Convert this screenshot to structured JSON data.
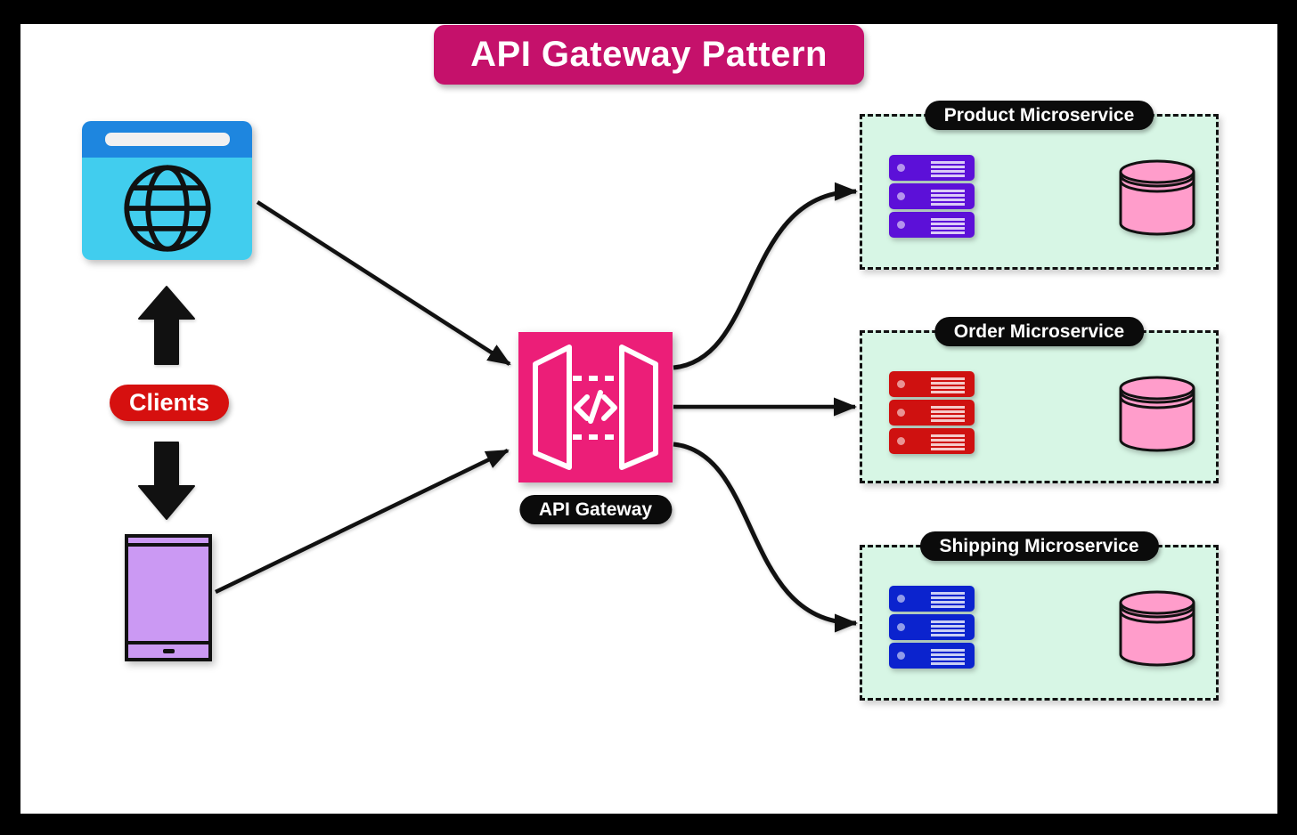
{
  "title": "API Gateway Pattern",
  "clients": {
    "label": "Clients"
  },
  "gateway": {
    "label": "API Gateway",
    "icon": "api-gateway-open-gates-code-brackets"
  },
  "microservices": [
    {
      "name": "Product Microservice",
      "server_color": "#5c10d8"
    },
    {
      "name": "Order Microservice",
      "server_color": "#cf1110"
    },
    {
      "name": "Shipping Microservice",
      "server_color": "#0b23ce"
    }
  ],
  "colors": {
    "title_banner": "#c5116b",
    "gateway_box": "#ec1e78",
    "clients_pill": "#d6100f",
    "label_pill": "#0b0b0b",
    "microservice_bg": "#d7f6e5",
    "database": "#ff9dcb",
    "browser_header": "#1e86df",
    "browser_body": "#41cdee",
    "phone_body": "#cb99f3",
    "arrow": "#111111"
  }
}
